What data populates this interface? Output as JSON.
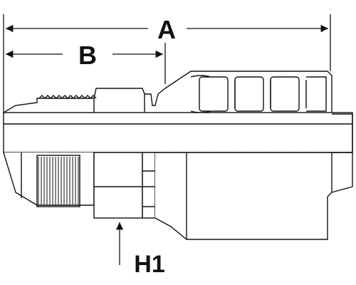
{
  "diagram": {
    "labels": {
      "a": "A",
      "b": "B",
      "h1": "H1"
    },
    "colors": {
      "line": "#111111",
      "background": "#ffffff"
    }
  }
}
